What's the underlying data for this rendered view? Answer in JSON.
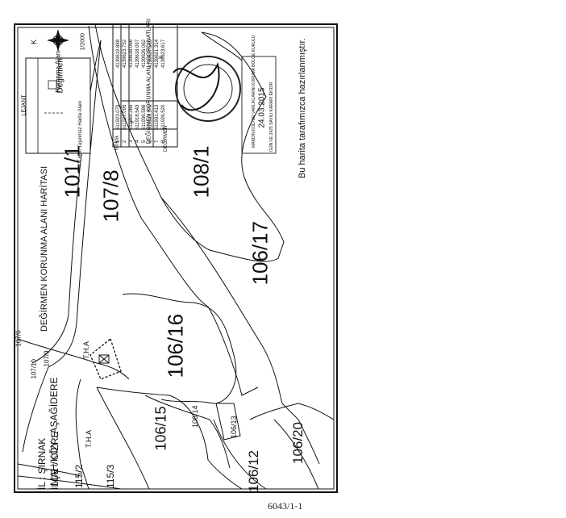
{
  "map": {
    "title": "DEĞİRMEN KORUNMA ALANI HARİTASI",
    "location": {
      "il": "İL : ŞIRNAK",
      "ilce": "İLÇE : CİZRE",
      "mahalle": "MAH/KÖY : AŞAĞİDERE"
    },
    "scale": "1/2000",
    "north": "K",
    "footer_note": "Bu harita tarafımızca hazırlanmıştır.",
    "page_ref": "6043/1-1",
    "tha_label": "T.H.A",
    "parcels": [
      "101/1",
      "107/8",
      "108/1",
      "106/17",
      "106/16",
      "106/15",
      "106/14",
      "106/13",
      "106/12",
      "106/20",
      "115/2",
      "115/3",
      "107/10",
      "107/9",
      "107/6"
    ]
  },
  "legend": {
    "title": "LEJANT",
    "item1": "Korunma Alanı",
    "item2": "Değirmen",
    "item3": "T.H.A: Taşınmaz Harita Alanı"
  },
  "coords_table": {
    "title": "DEĞİRMEN KORUNMA ALANI KOORDİNATLARI",
    "headers": [
      "Nokta",
      "Y",
      "X"
    ],
    "group_label": "DEĞİRMEN",
    "rows": [
      [
        "1",
        "511923.079",
        "4139619.888"
      ],
      [
        "2",
        "511927.095",
        "4139623.752"
      ],
      [
        "3",
        "511868.265",
        "4139638.066"
      ],
      [
        "4",
        "511918.543",
        "4139618.097"
      ],
      [
        "5",
        "511936.586",
        "4139626.062"
      ],
      [
        "6",
        "511933.370",
        "4139637.569"
      ],
      [
        "7",
        "511931.413",
        "4139621.314"
      ],
      [
        "8",
        "511926.520",
        "4139623.617"
      ]
    ]
  },
  "stamp": {
    "text": "MARDİN KÜLTÜR VARLIKLARINI KORUMA BÖLGE KURULU",
    "date": "24.03.2015",
    "line3": "GÜN VE 2425 SAYILI KARARI EKİDİR"
  }
}
